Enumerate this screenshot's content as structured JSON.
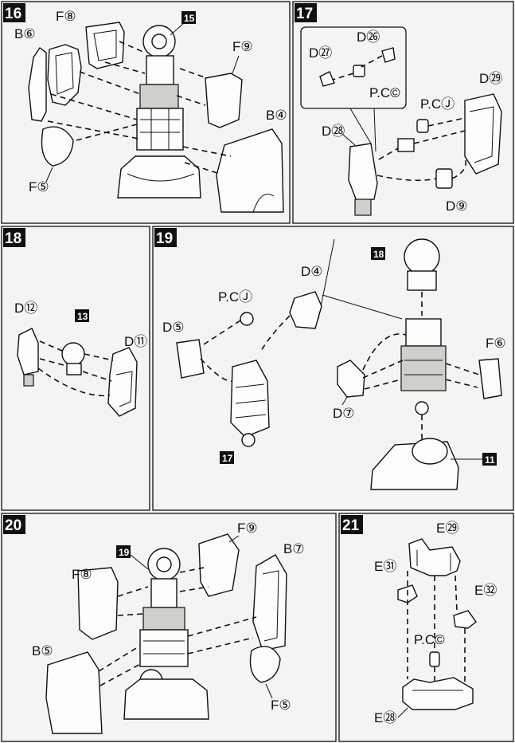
{
  "steps": {
    "s16": {
      "number": "16",
      "labels": {
        "f8": "F⑧",
        "b6": "B⑥",
        "ref15": "15",
        "f9": "F⑨",
        "b4": "B④",
        "f5": "F⑤"
      }
    },
    "s17": {
      "number": "17",
      "labels": {
        "d26": "D㉖",
        "d27": "D㉗",
        "pcc": "P.C©",
        "pcj": "P.CⒿ",
        "d29": "D㉙",
        "d28": "D㉘",
        "d9": "D⑨"
      }
    },
    "s18": {
      "number": "18",
      "labels": {
        "d12": "D⑫",
        "ref13": "13",
        "d11": "D⑪"
      }
    },
    "s19": {
      "number": "19",
      "labels": {
        "pcj": "P.CⒿ",
        "d4": "D④",
        "d5": "D⑤",
        "ref17": "17",
        "ref18": "18",
        "f6": "F⑥",
        "d7": "D⑦",
        "ref11": "11"
      }
    },
    "s20": {
      "number": "20",
      "labels": {
        "f9": "F⑨",
        "ref19": "19",
        "b7": "B⑦",
        "f8": "F⑧",
        "b5": "B⑤",
        "f5": "F⑤"
      }
    },
    "s21": {
      "number": "21",
      "labels": {
        "e29": "E㉙",
        "e31": "E㉛",
        "e32": "E㉜",
        "pcc": "P.C©",
        "e28": "E㉘"
      }
    }
  }
}
